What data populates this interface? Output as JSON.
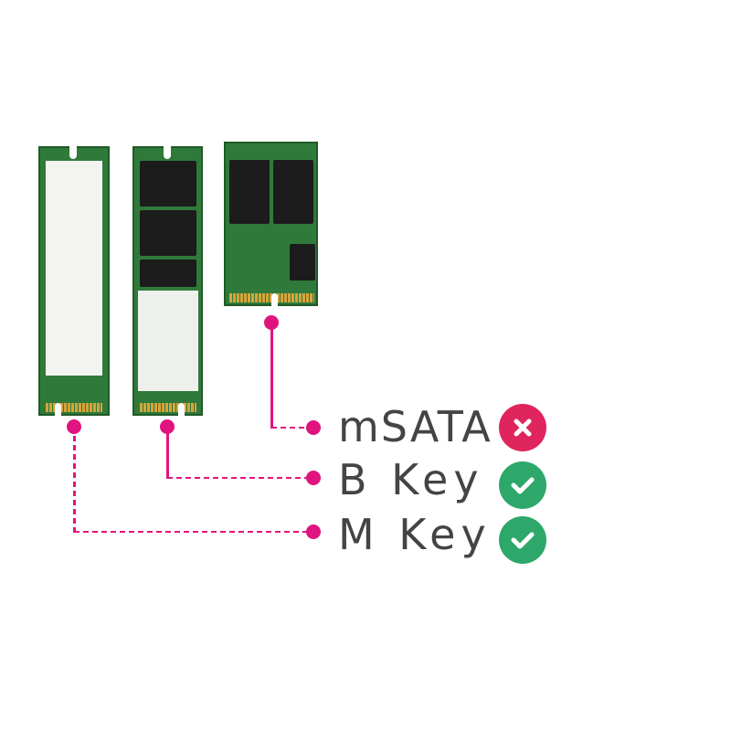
{
  "items": [
    {
      "label": "mSATA",
      "status": "incompatible",
      "icon": "x-circle-icon",
      "color": "#e0245e"
    },
    {
      "label": "B Key",
      "status": "compatible",
      "icon": "check-circle-icon",
      "color": "#2ea86a"
    },
    {
      "label": "M Key",
      "status": "compatible",
      "icon": "check-circle-icon",
      "color": "#2ea86a"
    }
  ],
  "accent": "#e0147f"
}
